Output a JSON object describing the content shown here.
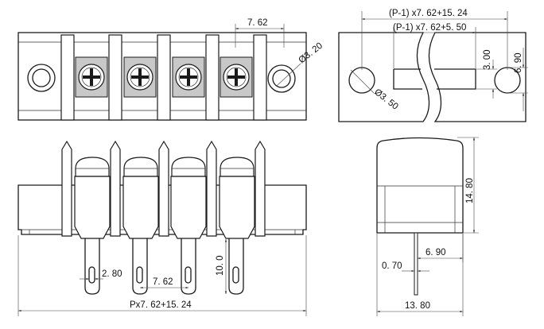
{
  "dimensions": {
    "pitch": "7. 62",
    "mount_hole": "Ø3. 20",
    "overall_top": "(P-1) x7. 62+15. 24",
    "slot_length": "(P-1) x7. 62+5. 50",
    "slot_height": "3. 00",
    "panel_height": "6. 90",
    "hole_dia": "Ø3. 50",
    "pin_slot": "2. 80",
    "pin_pitch": "7. 62",
    "pin_length": "10. 0",
    "overall_bottom": "Px7. 62+15. 24",
    "height": "14. 80",
    "pin_offset": "6. 90",
    "pin_thickness": "0. 70",
    "depth": "13. 80"
  },
  "colors": {
    "line": "#1a1a1a",
    "body_fill": "#c8c8c8",
    "background": "#ffffff"
  }
}
